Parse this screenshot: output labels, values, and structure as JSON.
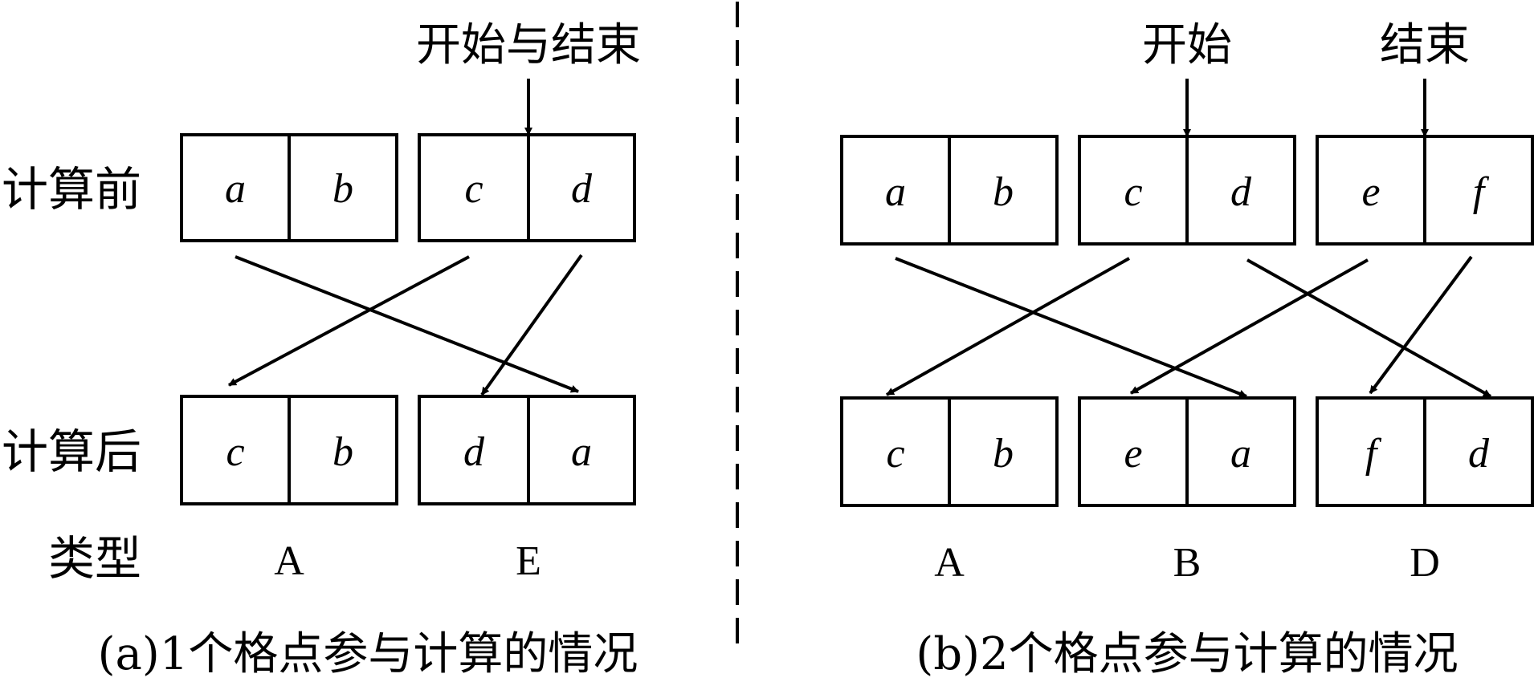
{
  "labels": {
    "before": "计算前",
    "after": "计算后",
    "type": "类型"
  },
  "panel_a": {
    "marker": "开始与结束",
    "before": [
      [
        "a",
        "b"
      ],
      [
        "c",
        "d"
      ]
    ],
    "after": [
      [
        "c",
        "b"
      ],
      [
        "d",
        "a"
      ]
    ],
    "types": [
      "A",
      "E"
    ],
    "caption": "(a)1个格点参与计算的情况"
  },
  "panel_b": {
    "marker_start": "开始",
    "marker_end": "结束",
    "before": [
      [
        "a",
        "b"
      ],
      [
        "c",
        "d"
      ],
      [
        "e",
        "f"
      ]
    ],
    "after": [
      [
        "c",
        "b"
      ],
      [
        "e",
        "a"
      ],
      [
        "f",
        "d"
      ]
    ],
    "types": [
      "A",
      "B",
      "D"
    ],
    "caption": "(b)2个格点参与计算的情况"
  }
}
